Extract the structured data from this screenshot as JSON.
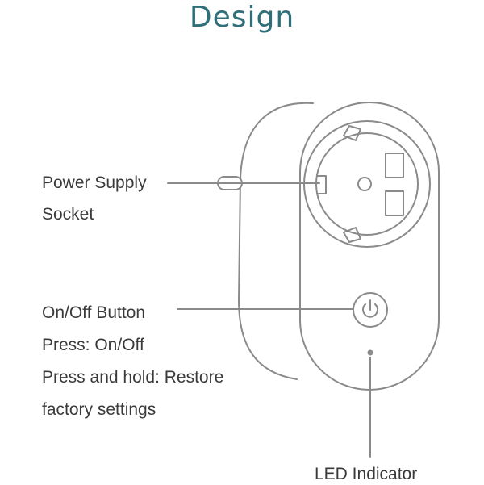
{
  "title": "Design",
  "labels": {
    "power_supply_line1": "Power Supply",
    "power_supply_line2": "Socket",
    "on_off_button": "On/Off Button",
    "press": "Press: On/Off",
    "press_and_hold": "Press and hold: Restore",
    "factory_settings": "factory settings",
    "led_indicator": "LED Indicator"
  },
  "colors": {
    "title": "#2f6f7a",
    "text": "#3a3a3a",
    "line": "#8a8a8a"
  },
  "icons": {
    "power": "power-icon"
  }
}
